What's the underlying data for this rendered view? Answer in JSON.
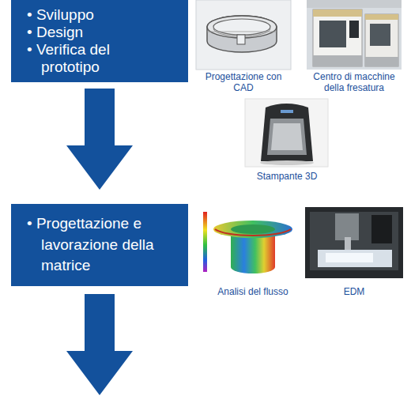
{
  "diagram": {
    "nodes": [
      {
        "text": [
          "• Sviluppo",
          "• Design",
          "• Verifica del prototipo"
        ]
      },
      {
        "text": [
          "• Progettazione e lavorazione della matrice"
        ]
      }
    ],
    "edges": [
      {
        "from": 0,
        "to": 1,
        "arrow": "to"
      }
    ],
    "labels": [
      "Progettazione con CAD",
      "Centro di macchine della fresatura",
      "Stampante 3D",
      "Analisi del flusso",
      "EDM"
    ]
  }
}
